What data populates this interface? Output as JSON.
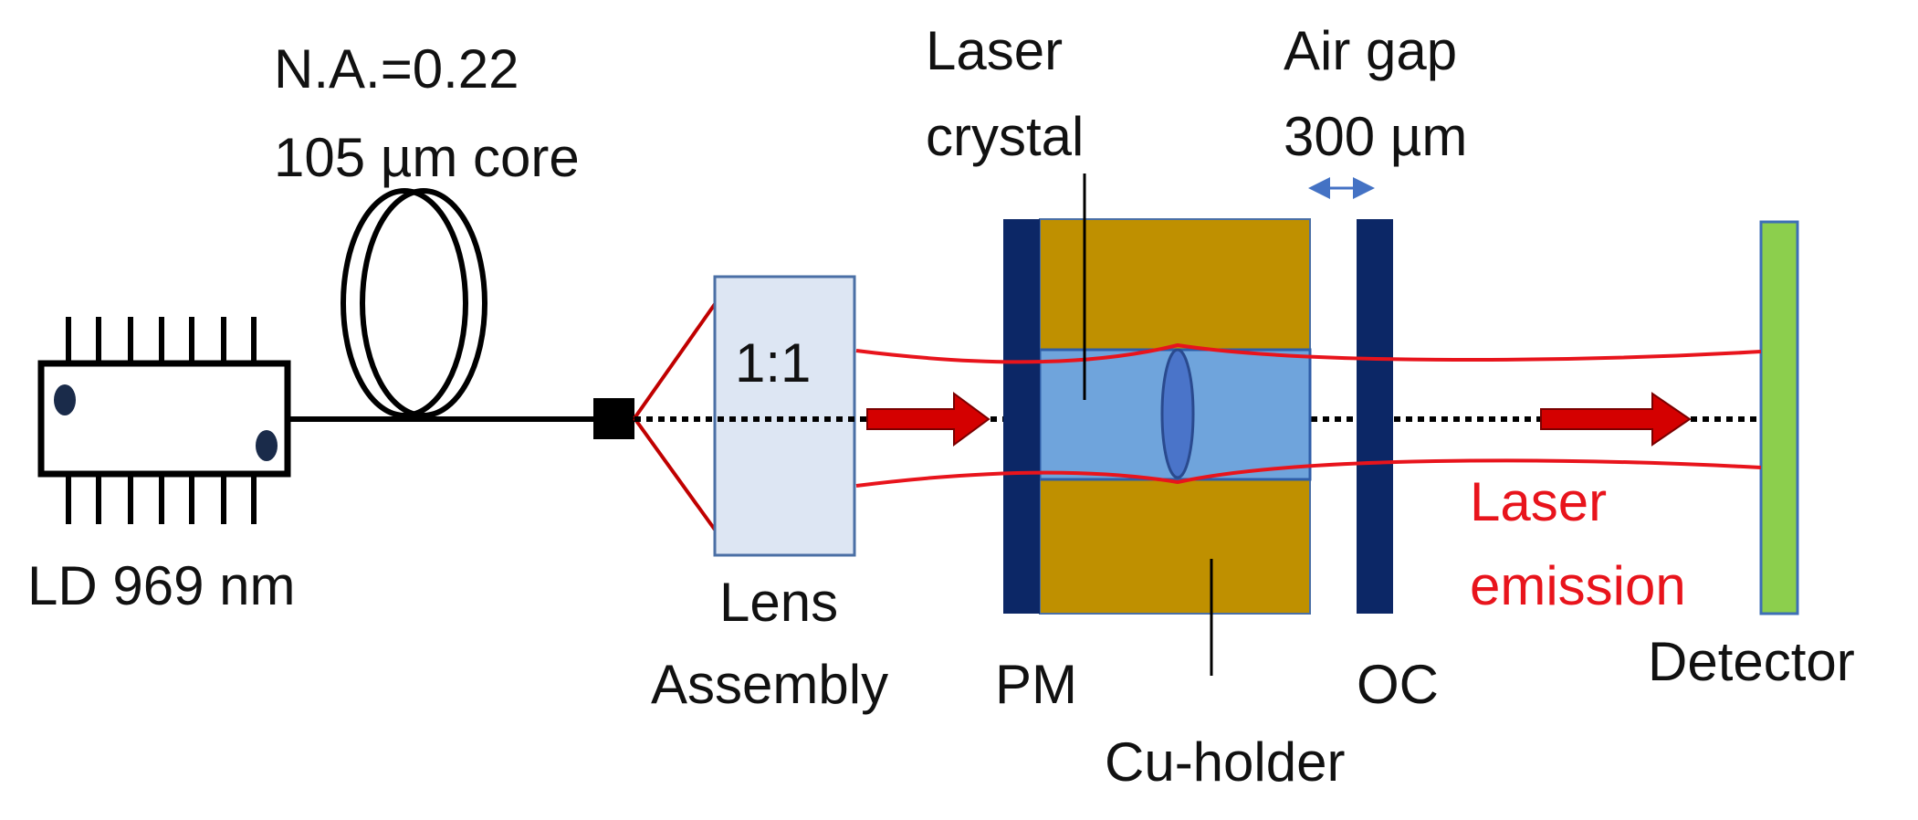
{
  "labels": {
    "na": "N.A.=0.22",
    "core": "105 µm core",
    "ld": "LD 969 nm",
    "lens_ratio": "1:1",
    "lens_line1": "Lens",
    "lens_line2": "Assembly",
    "crystal_line1": "Laser",
    "crystal_line2": "crystal",
    "airgap_line1": "Air gap",
    "airgap_line2": "300 µm",
    "pm": "PM",
    "oc": "OC",
    "cu_holder": "Cu-holder",
    "emission_line1": "Laser",
    "emission_line2": "emission",
    "detector": "Detector"
  },
  "colors": {
    "text": "#111111",
    "beam": "#e8141c",
    "arrow_fill": "#d40000",
    "arrow_stroke": "#7a0000",
    "mirror": "#0c2766",
    "copper": "#bf9000",
    "crystal": "#6fa4dc",
    "crystal_edge": "#2f5ea8",
    "lens_box": "#dde6f3",
    "lens_edge": "#4a6fa5",
    "detector": "#8ccf4d",
    "detector_edge": "#3d6fb5",
    "airgap_arrow": "#4472c4"
  }
}
